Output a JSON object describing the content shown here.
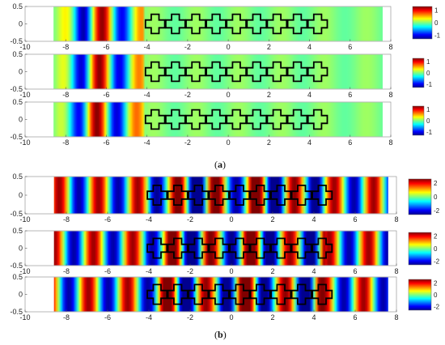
{
  "colors": {
    "colormap": [
      "#00008f",
      "#0000ff",
      "#0080ff",
      "#00ffff",
      "#80ff80",
      "#ffff00",
      "#ff8000",
      "#ff0000",
      "#800000"
    ],
    "structure_outline": "#000000"
  },
  "captions": [
    {
      "open": "(",
      "letter": "a",
      "close": ")"
    },
    {
      "open": "(",
      "letter": "b",
      "close": ")"
    }
  ],
  "chart_data": [
    {
      "type": "heatmap",
      "group": "a",
      "description_shown": "field map, cross-shaped scatterers",
      "xlim": [
        -10,
        8
      ],
      "ylim": [
        -0.5,
        0.5
      ],
      "x_ticks": [
        "-10",
        "-8",
        "-6",
        "-4",
        "-2",
        "0",
        "2",
        "4",
        "6",
        "8"
      ],
      "y_ticks": [
        "0.5",
        "0",
        "-0.5"
      ],
      "colorbar_ticks": [
        "1",
        "0",
        "-1"
      ],
      "colorbar_range": [
        -1.3,
        1.3
      ],
      "field_x_range": [
        -8.6,
        7.6
      ],
      "scatterer_x": [
        -3.6,
        -2.6,
        -1.6,
        -0.6,
        0.4,
        1.4,
        2.4,
        3.4,
        4.4
      ],
      "structure_x_range": [
        -4.1,
        4.4
      ]
    },
    {
      "type": "heatmap",
      "group": "a",
      "xlim": [
        -10,
        8
      ],
      "ylim": [
        -0.5,
        0.5
      ],
      "x_ticks": [
        "-10",
        "-8",
        "-6",
        "-4",
        "-2",
        "0",
        "2",
        "4",
        "6",
        "8"
      ],
      "y_ticks": [
        "0.5",
        "0",
        "-0.5"
      ],
      "colorbar_ticks": [
        "1",
        "0",
        "-1"
      ],
      "colorbar_range": [
        -1.3,
        1.3
      ],
      "field_x_range": [
        -8.6,
        7.6
      ],
      "scatterer_x": [
        -3.6,
        -2.6,
        -1.6,
        -0.6,
        0.4,
        1.4,
        2.4,
        3.4,
        4.4
      ]
    },
    {
      "type": "heatmap",
      "group": "a",
      "xlim": [
        -10,
        8
      ],
      "ylim": [
        -0.5,
        0.5
      ],
      "x_ticks": [
        "-10",
        "-8",
        "-6",
        "-4",
        "-2",
        "0",
        "2",
        "4",
        "6",
        "8"
      ],
      "y_ticks": [
        "0.5",
        "0",
        "-0.5"
      ],
      "colorbar_ticks": [
        "1",
        "0",
        "-1"
      ],
      "colorbar_range": [
        -1.3,
        1.3
      ],
      "field_x_range": [
        -8.6,
        7.6
      ],
      "scatterer_x": [
        -3.6,
        -2.6,
        -1.6,
        -0.6,
        0.4,
        1.4,
        2.4,
        3.4,
        4.4
      ]
    },
    {
      "type": "heatmap",
      "group": "b",
      "xlim": [
        -10,
        8
      ],
      "ylim": [
        -0.5,
        0.5
      ],
      "x_ticks": [
        "-10",
        "-8",
        "-6",
        "-4",
        "-2",
        "0",
        "2",
        "4",
        "6",
        "8"
      ],
      "y_ticks": [
        "0.5",
        "0",
        "-0.5"
      ],
      "colorbar_ticks": [
        "2",
        "0",
        "-2"
      ],
      "colorbar_range": [
        -2.6,
        2.6
      ],
      "field_x_range": [
        -8.6,
        7.6
      ],
      "scatterer_x": [
        -3.6,
        -2.6,
        -1.6,
        -0.6,
        0.4,
        1.4,
        2.4,
        3.4,
        4.4
      ]
    },
    {
      "type": "heatmap",
      "group": "b",
      "xlim": [
        -10,
        8
      ],
      "ylim": [
        -0.5,
        0.5
      ],
      "x_ticks": [
        "-10",
        "-8",
        "-6",
        "-4",
        "-2",
        "0",
        "2",
        "4",
        "6",
        "8"
      ],
      "y_ticks": [
        "0.5",
        "0",
        "-0.5"
      ],
      "colorbar_ticks": [
        "2",
        "0",
        "-2"
      ],
      "colorbar_range": [
        -2.6,
        2.6
      ],
      "field_x_range": [
        -8.6,
        7.6
      ],
      "scatterer_x": [
        -3.6,
        -2.6,
        -1.6,
        -0.6,
        0.4,
        1.4,
        2.4,
        3.4,
        4.4
      ]
    },
    {
      "type": "heatmap",
      "group": "b",
      "xlim": [
        -10,
        8
      ],
      "ylim": [
        -0.5,
        0.5
      ],
      "x_ticks": [
        "-10",
        "-8",
        "-6",
        "-4",
        "-2",
        "0",
        "2",
        "4",
        "6",
        "8"
      ],
      "y_ticks": [
        "0.5",
        "0",
        "-0.5"
      ],
      "colorbar_ticks": [
        "2",
        "0",
        "-2"
      ],
      "colorbar_range": [
        -2.6,
        2.6
      ],
      "field_x_range": [
        -8.6,
        7.6
      ],
      "scatterer_x": [
        -3.6,
        -2.6,
        -1.6,
        -0.6,
        0.4,
        1.4,
        2.4,
        3.4,
        4.4
      ]
    }
  ]
}
